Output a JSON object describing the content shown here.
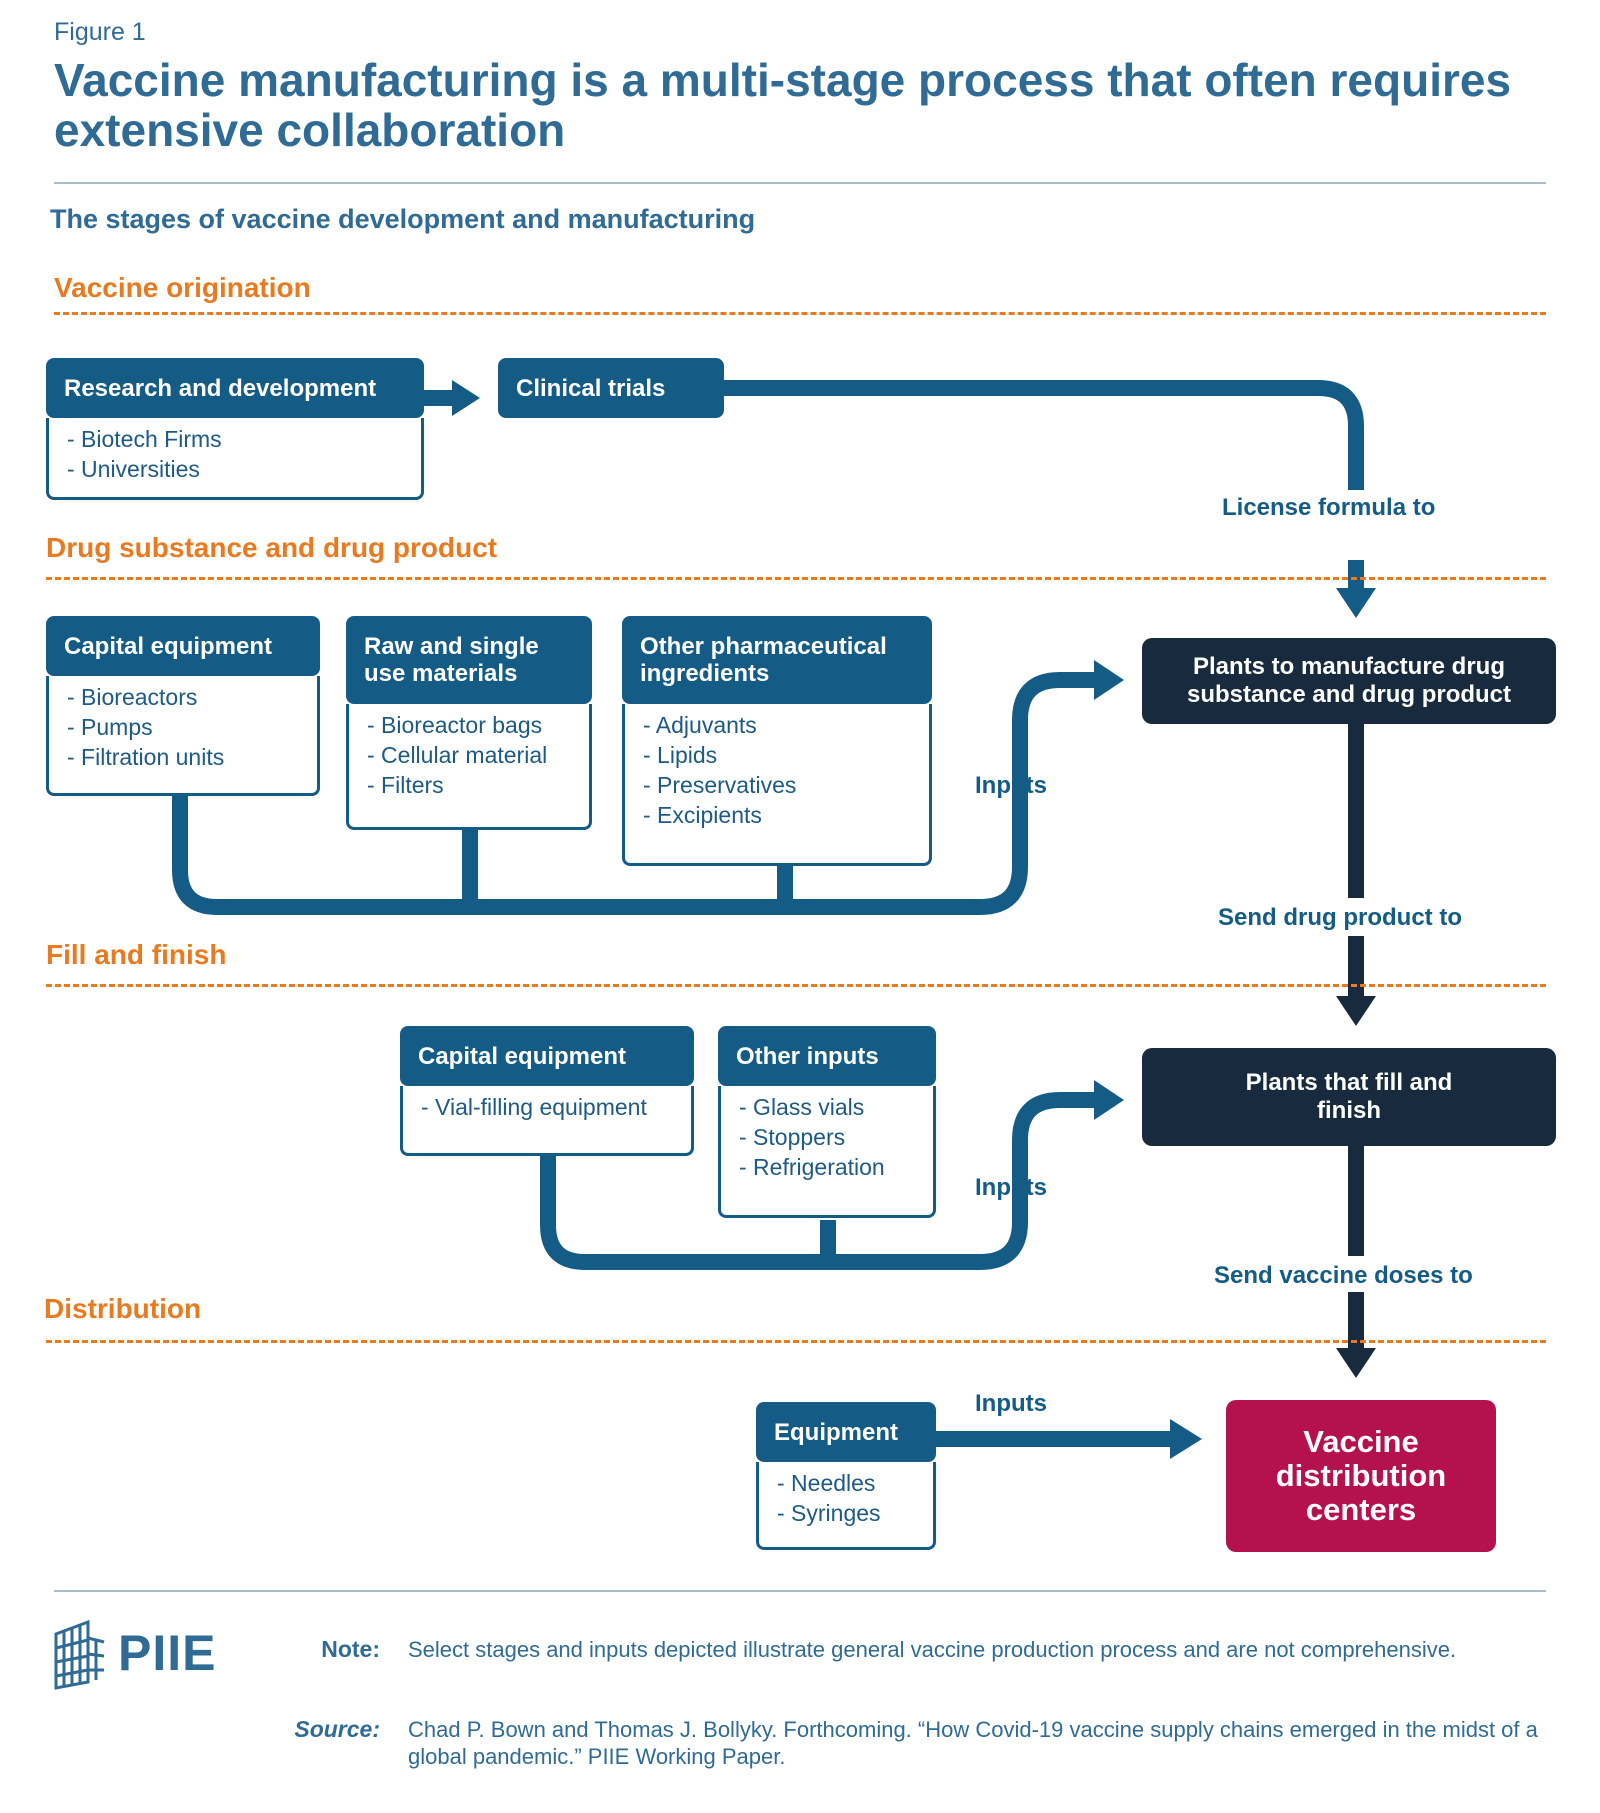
{
  "figure_label": "Figure 1",
  "title": "Vaccine manufacturing is a multi-stage process that often requires extensive collaboration",
  "subtitle": "The stages of vaccine development and manufacturing",
  "stages": {
    "origination": "Vaccine origination",
    "drug": "Drug substance and drug product",
    "fill": "Fill and finish",
    "distribution": "Distribution"
  },
  "origination": {
    "rd": {
      "title": "Research and development",
      "items": [
        "- Biotech Firms",
        "- Universities"
      ]
    },
    "trials": {
      "title": "Clinical trials"
    },
    "license_label": "License formula to"
  },
  "drug": {
    "capital": {
      "title": "Capital equipment",
      "items": [
        "- Bioreactors",
        "- Pumps",
        "- Filtration units"
      ]
    },
    "raw": {
      "title": "Raw and single use materials",
      "items": [
        "- Bioreactor bags",
        "- Cellular material",
        "- Filters"
      ]
    },
    "pharma": {
      "title": "Other pharmaceutical ingredients",
      "items": [
        "- Adjuvants",
        "- Lipids",
        "- Preservatives",
        "- Excipients"
      ]
    },
    "inputs_label": "Inputs",
    "plants": "Plants to manufacture drug substance and drug product",
    "send_label": "Send drug product to"
  },
  "fill": {
    "capital": {
      "title": "Capital equipment",
      "items": [
        "- Vial-filling equipment"
      ]
    },
    "other": {
      "title": "Other inputs",
      "items": [
        "- Glass vials",
        "- Stoppers",
        "- Refrigeration"
      ]
    },
    "inputs_label": "Inputs",
    "plants": "Plants that fill and finish",
    "send_label": "Send vaccine doses to"
  },
  "distribution": {
    "equipment": {
      "title": "Equipment",
      "items": [
        "- Needles",
        "- Syringes"
      ]
    },
    "inputs_label": "Inputs",
    "centers": "Vaccine distribution centers"
  },
  "footer": {
    "logo": "PIIE",
    "note_label": "Note:",
    "note_text": "Select stages and inputs depicted illustrate general vaccine production process and are not comprehensive.",
    "source_label": "Source:",
    "source_text": "Chad P. Bown and Thomas J. Bollyky. Forthcoming. “How Covid-19 vaccine supply chains emerged in the midst of a global pandemic.” PIIE Working Paper."
  },
  "colors": {
    "navy": "#145c85",
    "dark": "#182b3e",
    "orange": "#e87b21",
    "magenta": "#b5114f",
    "text_blue": "#2f6b95"
  }
}
